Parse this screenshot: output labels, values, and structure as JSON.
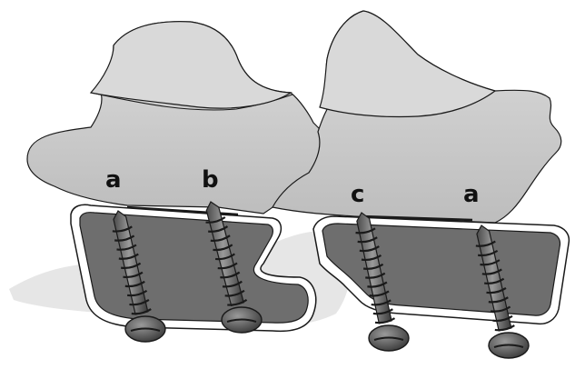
{
  "labels": {
    "left_a": "a",
    "left_b": "b",
    "right_c": "c",
    "right_a": "a"
  },
  "colors": {
    "bone_light": "#d6d6d6",
    "bone_mid": "#c2c2c2",
    "bone_dark": "#a9a9a9",
    "plate_fill": "#6e6e6e",
    "plate_rim": "#ffffff",
    "outline": "#1a1a1a",
    "screw_light": "#8a8a8a",
    "screw_dark": "#3c3c3c",
    "background_soft": "#e7e7e7"
  }
}
